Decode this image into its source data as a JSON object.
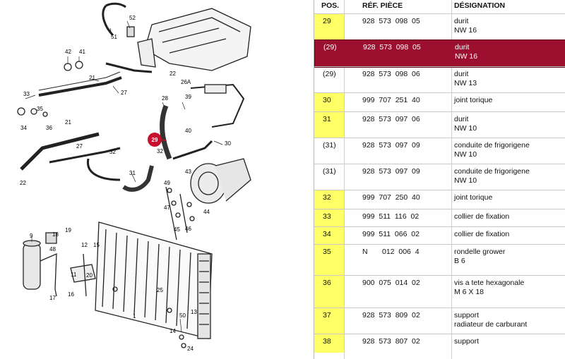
{
  "header": {
    "pos": "POS.",
    "ref": "RÉF. PIÈCE",
    "designation": "DÉSIGNATION"
  },
  "diagram": {
    "labels": [
      "52",
      "51",
      "42",
      "41",
      "21",
      "27",
      "22",
      "26A",
      "28",
      "39",
      "40",
      "33",
      "35",
      "34",
      "36",
      "21",
      "27",
      "32",
      "22",
      "31",
      "29",
      "30",
      "43",
      "49",
      "47",
      "45",
      "46",
      "44",
      "9",
      "19",
      "18",
      "48",
      "12",
      "15",
      "11",
      "16",
      "17",
      "20",
      "25",
      "50",
      "1",
      "24",
      "14",
      "13",
      "29",
      "32"
    ],
    "callout": "29"
  },
  "rows": [
    {
      "pos": "29",
      "ref": "928  573  098  05",
      "des": [
        "durit",
        "NW 16"
      ],
      "hl": true,
      "selected": false
    },
    {
      "pos": "(29)",
      "ref": "928  573  098  05",
      "des": [
        "durit",
        "NW 16"
      ],
      "hl": false,
      "selected": true
    },
    {
      "pos": "(29)",
      "ref": "928  573  098  06",
      "des": [
        "durit",
        "NW 13"
      ],
      "hl": false,
      "selected": false
    },
    {
      "pos": "30",
      "ref": "999  707  251  40",
      "des": [
        "joint torique"
      ],
      "hl": true,
      "selected": false
    },
    {
      "pos": "31",
      "ref": "928  573  097  06",
      "des": [
        "durit",
        "NW 10"
      ],
      "hl": true,
      "selected": false
    },
    {
      "pos": "(31)",
      "ref": "928  573  097  09",
      "des": [
        "conduite de frigorigene",
        "NW 10"
      ],
      "hl": false,
      "selected": false
    },
    {
      "pos": "(31)",
      "ref": "928  573  097  09",
      "des": [
        "conduite de frigorigene",
        "NW 10"
      ],
      "hl": false,
      "selected": false
    },
    {
      "pos": "32",
      "ref": "999  707  250  40",
      "des": [
        "joint torique"
      ],
      "hl": true,
      "selected": false
    },
    {
      "pos": "33",
      "ref": "999  511  116  02",
      "des": [
        "collier de fixation"
      ],
      "hl": true,
      "selected": false
    },
    {
      "pos": "34",
      "ref": "999  511  066  02",
      "des": [
        "collier de fixation"
      ],
      "hl": true,
      "selected": false
    },
    {
      "pos": "35",
      "ref": "N       012  006  4",
      "des": [
        "rondelle grower",
        "B 6"
      ],
      "hl": true,
      "selected": false
    },
    {
      "pos": "36",
      "ref": "900  075  014  02",
      "des": [
        "vis a tete hexagonale",
        "M 6 X 18"
      ],
      "hl": true,
      "selected": false
    },
    {
      "pos": "37",
      "ref": "928  573  809  02",
      "des": [
        "support",
        "radiateur de carburant"
      ],
      "hl": true,
      "selected": false
    },
    {
      "pos": "38",
      "ref": "928  573  807  02",
      "des": [
        "support"
      ],
      "hl": true,
      "selected": false
    }
  ]
}
